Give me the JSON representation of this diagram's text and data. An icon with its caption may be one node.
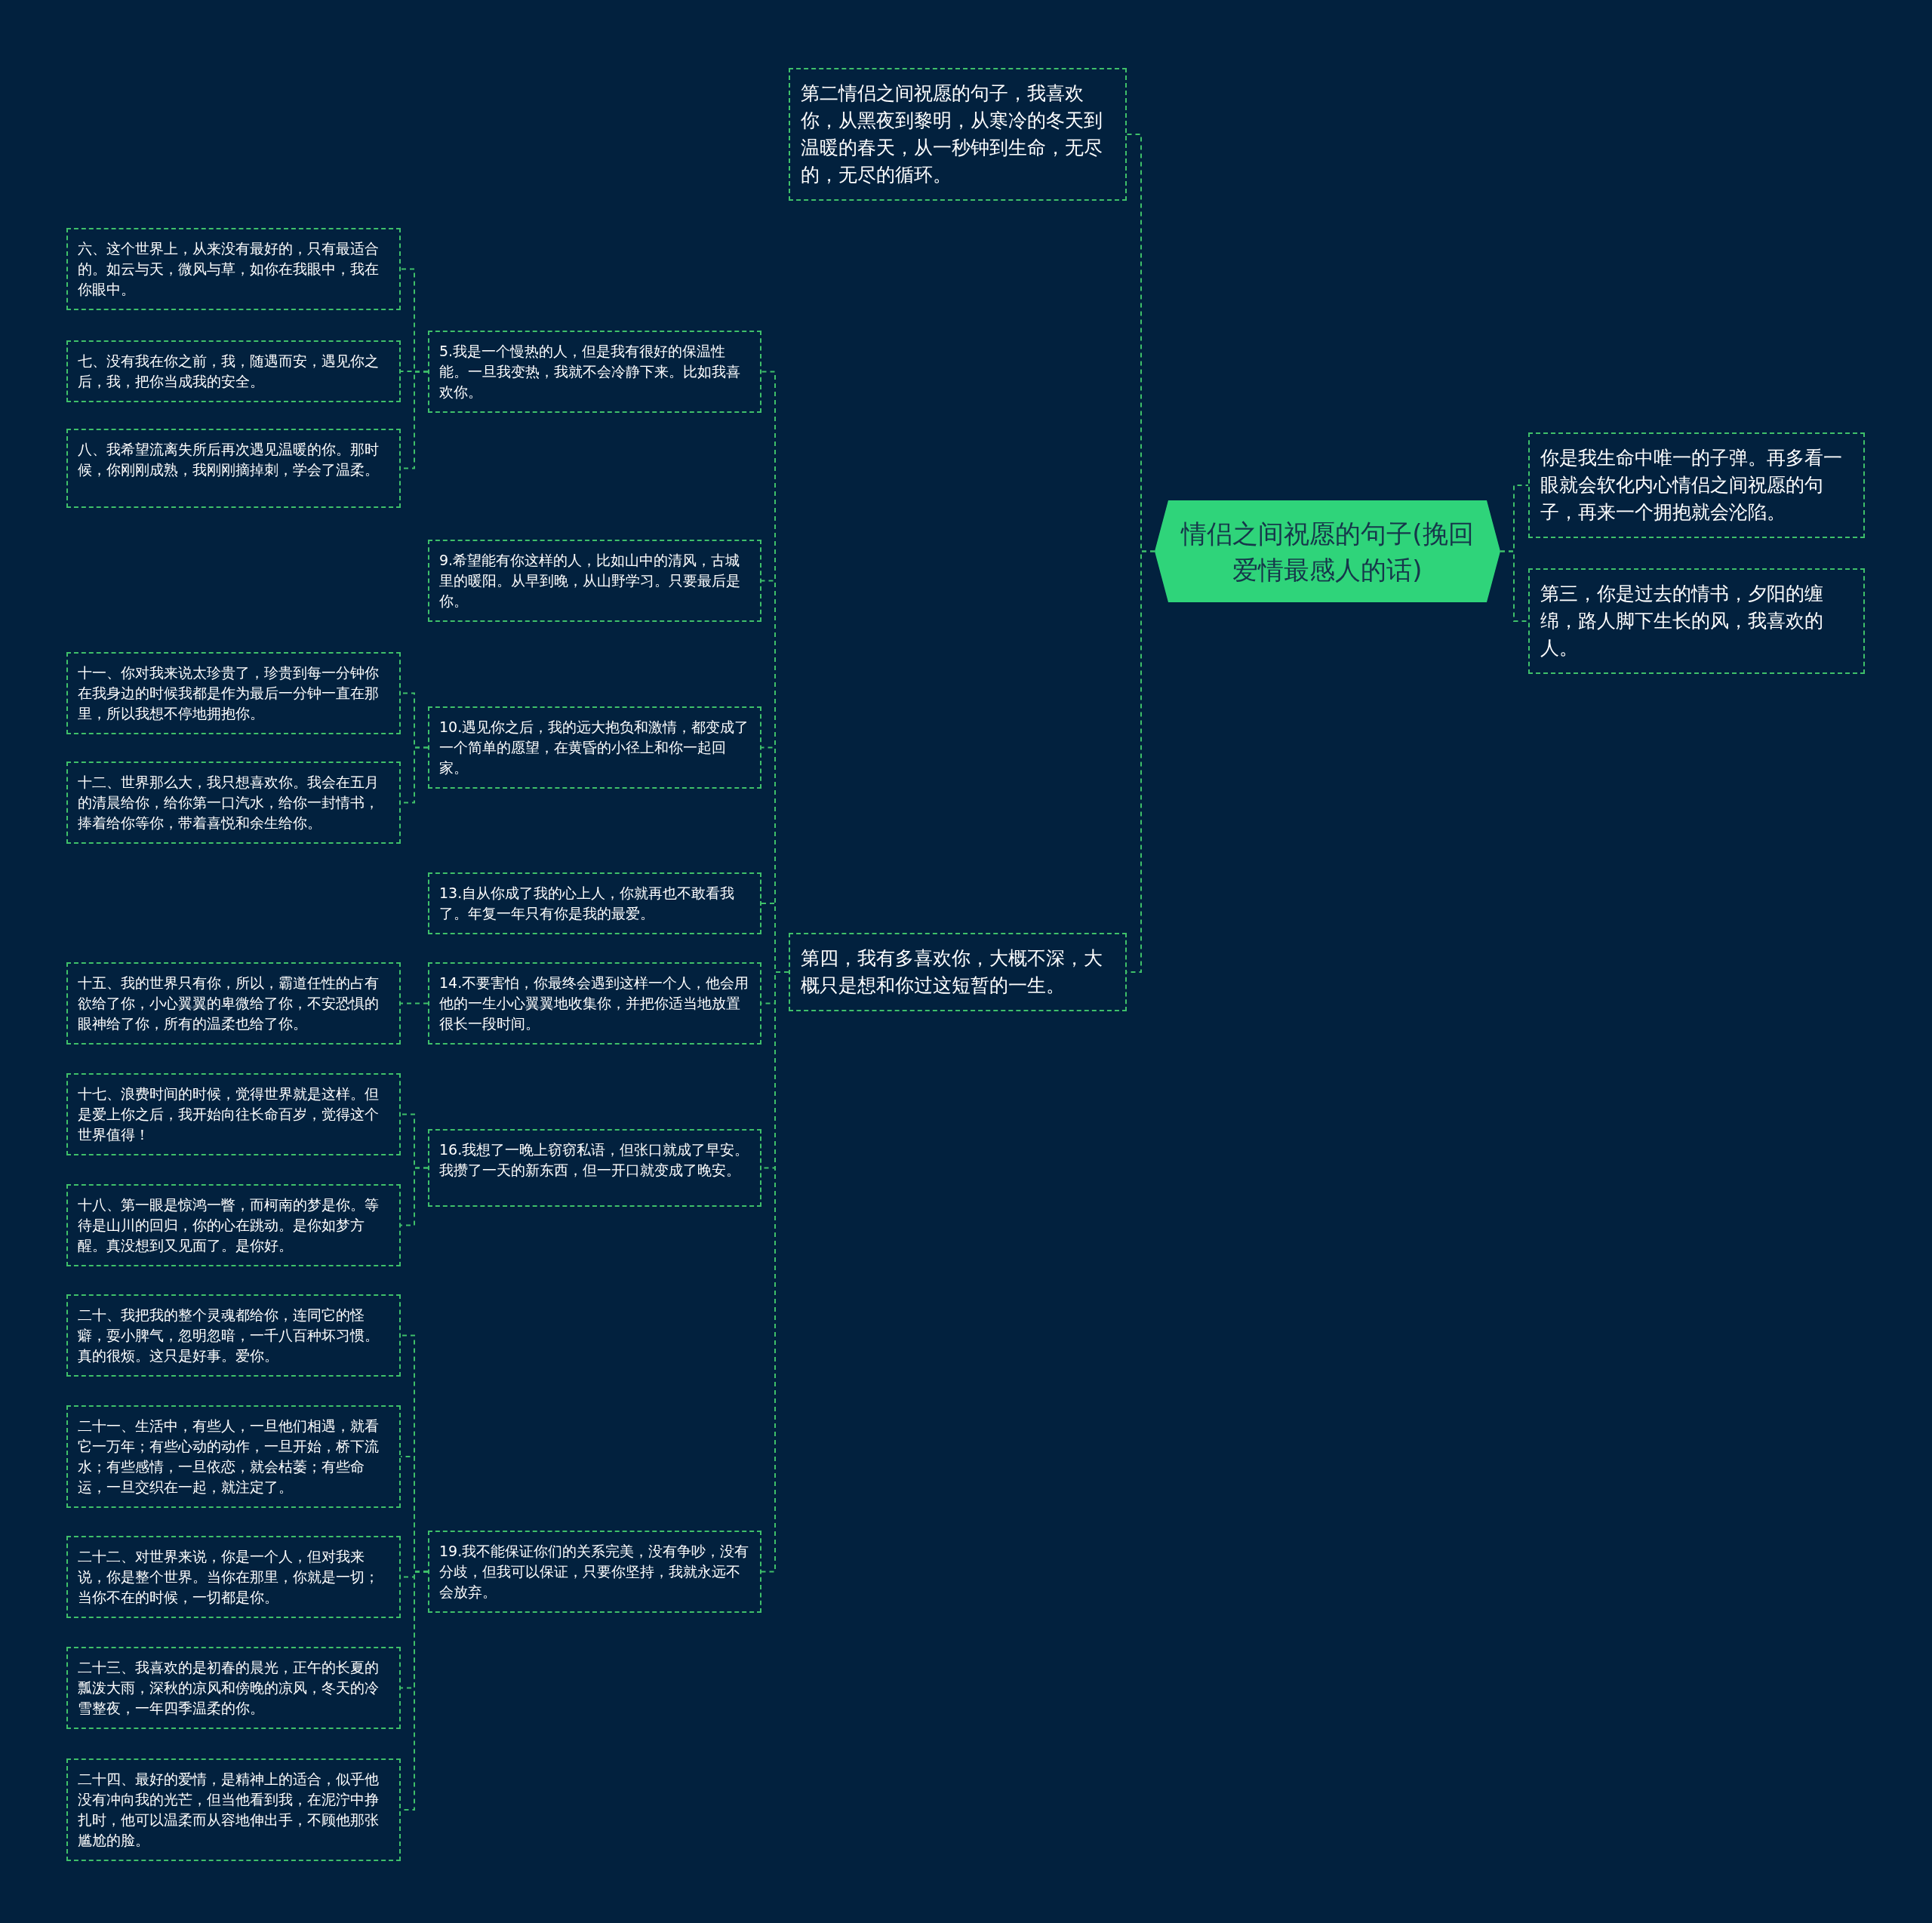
{
  "diagram": {
    "nodes": [
      {
        "text": [
          "情侣之间祝愿的句子(挽回爱情最感人的话)"
        ]
      },
      {
        "text": [
          "第二情侣之间祝愿的句子，我喜欢你，从黑夜到黎明，从寒冷的冬天到温暖的春天，从一秒钟到生命，无尽的，无尽的循环。"
        ]
      },
      {
        "text": [
          "第四，我有多喜欢你，大概不深，大概只是想和你过这短暂的一生。"
        ]
      },
      {
        "text": [
          "你是我生命中唯一的子弹。再多看一眼就会软化内心情侣之间祝愿的句子，再来一个拥抱就会沦陷。"
        ]
      },
      {
        "text": [
          "第三，你是过去的情书，夕阳的缠绵，路人脚下生长的风，我喜欢的人。"
        ]
      },
      {
        "text": [
          "5.我是一个慢热的人，但是我有很好的保温性能。一旦我变热，我就不会冷静下来。比如我喜欢你。"
        ]
      },
      {
        "text": [
          "六、这个世界上，从来没有最好的，只有最适合的。如云与天，微风与草，如你在我眼中，我在你眼中。"
        ]
      },
      {
        "text": [
          "七、没有我在你之前，我，随遇而安，遇见你之后，我，把你当成我的安全。"
        ]
      },
      {
        "text": [
          "八、我希望流离失所后再次遇见温暖的你。那时候，你刚刚成熟，我刚刚摘掉刺，学会了温柔。"
        ]
      },
      {
        "text": [
          "9.希望能有你这样的人，比如山中的清风，古城里的暖阳。从早到晚，从山野学习。只要最后是你。"
        ]
      },
      {
        "text": [
          "10.遇见你之后，我的远大抱负和激情，都变成了一个简单的愿望，在黄昏的小径上和你一起回家。"
        ]
      },
      {
        "text": [
          "十一、你对我来说太珍贵了，珍贵到每一分钟你在我身边的时候我都是作为最后一分钟一直在那里，所以我想不停地拥抱你。"
        ]
      },
      {
        "text": [
          "十二、世界那么大，我只想喜欢你。我会在五月的清晨给你，给你第一口汽水，给你一封情书，捧着给你等你，带着喜悦和余生给你。"
        ]
      },
      {
        "text": [
          "13.自从你成了我的心上人，你就再也不敢看我了。年复一年只有你是我的最爱。"
        ]
      },
      {
        "text": [
          "14.不要害怕，你最终会遇到这样一个人，他会用他的一生小心翼翼地收集你，并把你适当地放置很长一段时间。"
        ]
      },
      {
        "text": [
          "十五、我的世界只有你，所以，霸道任性的占有欲给了你，小心翼翼的卑微给了你，不安恐惧的眼神给了你，所有的温柔也给了你。"
        ]
      },
      {
        "text": [
          "16.我想了一晚上窃窃私语，但张口就成了早安。我攒了一天的新东西，但一开口就变成了晚安。"
        ]
      },
      {
        "text": [
          "十七、浪费时间的时候，觉得世界就是这样。但是爱上你之后，我开始向往长命百岁，觉得这个世界值得！"
        ]
      },
      {
        "text": [
          "十八、第一眼是惊鸿一瞥，而柯南的梦是你。等待是山川的回归，你的心在跳动。是你如梦方醒。真没想到又见面了。是你好。"
        ]
      },
      {
        "text": [
          "19.我不能保证你们的关系完美，没有争吵，没有分歧，但我可以保证，只要你坚持，我就永远不会放弃。"
        ]
      },
      {
        "text": [
          "二十、我把我的整个灵魂都给你，连同它的怪癖，耍小脾气，忽明忽暗，一千八百种坏习惯。真的很烦。这只是好事。爱你。"
        ]
      },
      {
        "text": [
          "二十一、生活中，有些人，一旦他们相遇，就看它一万年；有些心动的动作，一旦开始，桥下流水；有些感情，一旦依恋，就会枯萎；有些命运，一旦交织在一起，就注定了。"
        ]
      },
      {
        "text": [
          "二十二、对世界来说，你是一个人，但对我来说，你是整个世界。当你在那里，你就是一切；当你不在的时候，一切都是你。"
        ]
      },
      {
        "text": [
          "二十三、我喜欢的是初春的晨光，正午的长夏的瓢泼大雨，深秋的凉风和傍晚的凉风，冬天的冷雪整夜，一年四季温柔的你。"
        ]
      },
      {
        "text": [
          "二十四、最好的爱情，是精神上的适合，似乎他没有冲向我的光芒，但当他看到我，在泥泞中挣扎时，他可以温柔而从容地伸出手，不顾他那张尴尬的脸。"
        ]
      }
    ],
    "edges": [
      {
        "from": 0,
        "to": 1,
        "arrow": "none"
      },
      {
        "from": 0,
        "to": 2,
        "arrow": "none"
      },
      {
        "from": 0,
        "to": 3,
        "arrow": "none"
      },
      {
        "from": 0,
        "to": 4,
        "arrow": "none"
      },
      {
        "from": 2,
        "to": 5,
        "arrow": "none"
      },
      {
        "from": 5,
        "to": 6,
        "arrow": "none"
      },
      {
        "from": 5,
        "to": 7,
        "arrow": "none"
      },
      {
        "from": 5,
        "to": 8,
        "arrow": "none"
      },
      {
        "from": 2,
        "to": 9,
        "arrow": "none"
      },
      {
        "from": 2,
        "to": 10,
        "arrow": "none"
      },
      {
        "from": 10,
        "to": 11,
        "arrow": "none"
      },
      {
        "from": 10,
        "to": 12,
        "arrow": "none"
      },
      {
        "from": 2,
        "to": 13,
        "arrow": "none"
      },
      {
        "from": 2,
        "to": 14,
        "arrow": "none"
      },
      {
        "from": 14,
        "to": 15,
        "arrow": "none"
      },
      {
        "from": 2,
        "to": 16,
        "arrow": "none"
      },
      {
        "from": 16,
        "to": 17,
        "arrow": "none"
      },
      {
        "from": 16,
        "to": 18,
        "arrow": "none"
      },
      {
        "from": 2,
        "to": 19,
        "arrow": "none"
      },
      {
        "from": 19,
        "to": 20,
        "arrow": "none"
      },
      {
        "from": 19,
        "to": 21,
        "arrow": "none"
      },
      {
        "from": 19,
        "to": 22,
        "arrow": "none"
      },
      {
        "from": 19,
        "to": 23,
        "arrow": "none"
      },
      {
        "from": 19,
        "to": 24,
        "arrow": "none"
      }
    ]
  }
}
